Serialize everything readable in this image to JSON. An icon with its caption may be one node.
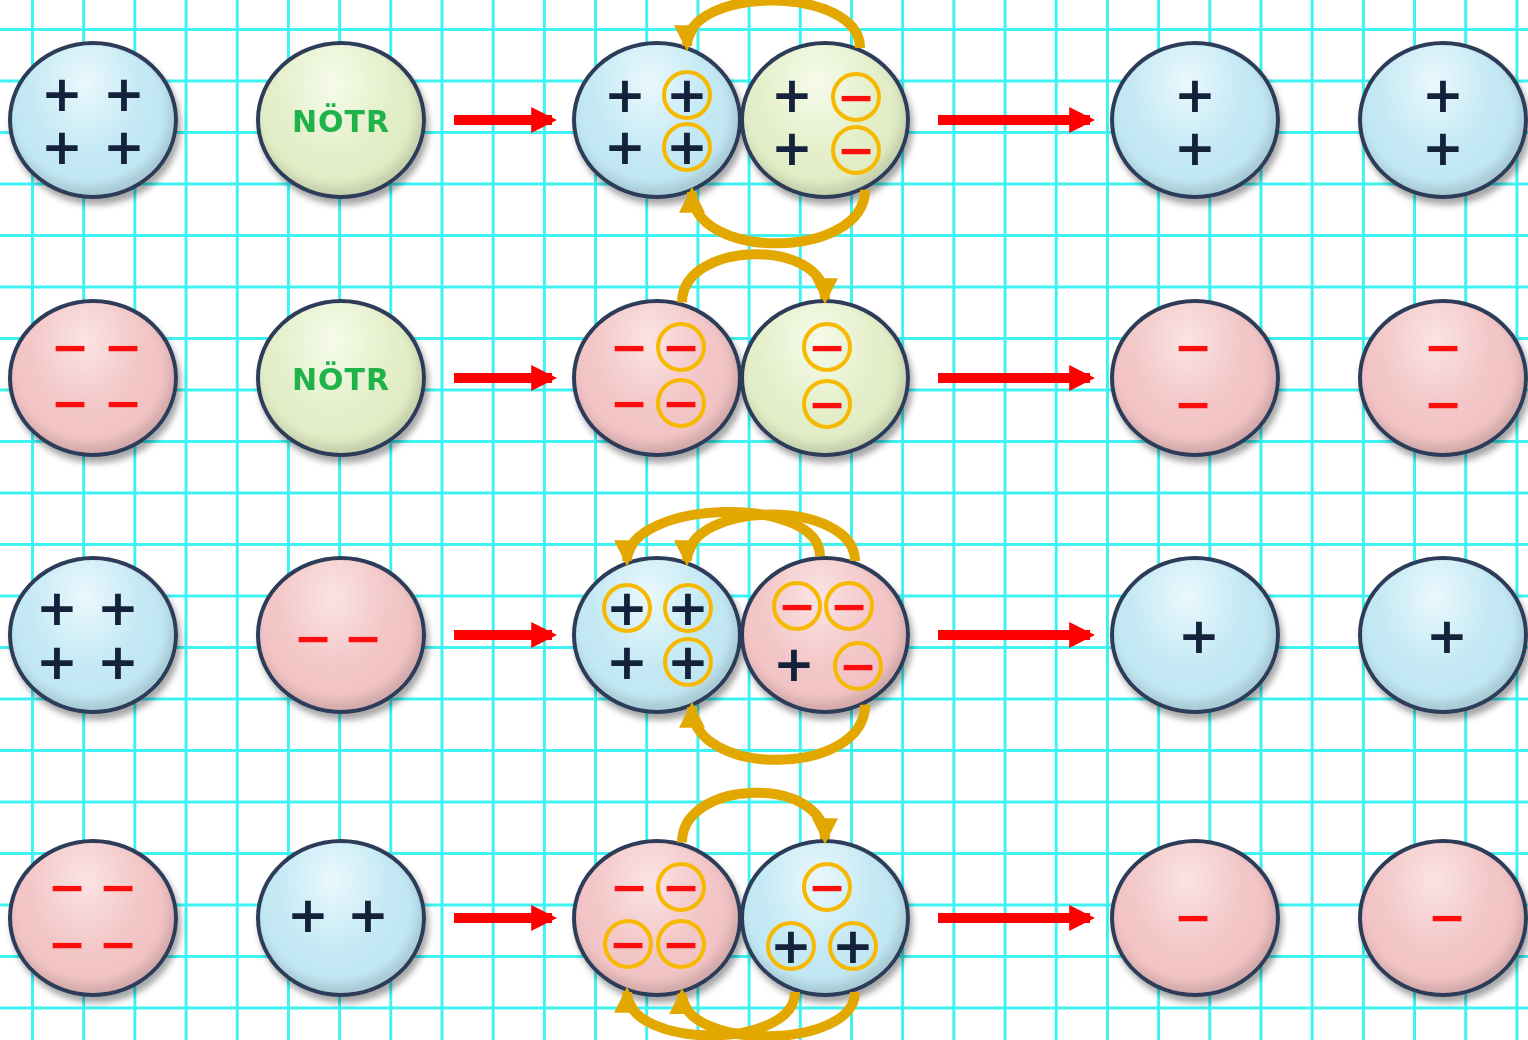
{
  "diagram": {
    "nodes": [
      {
        "text": [
          "+",
          "+",
          "+",
          "+"
        ]
      },
      {
        "text": [
          "NÖTR"
        ]
      },
      {
        "text": [
          "+",
          "+",
          "+",
          "+"
        ]
      },
      {
        "text": [
          "+",
          "−",
          "+",
          "−"
        ]
      },
      {
        "text": [
          "+",
          "+"
        ]
      },
      {
        "text": [
          "+",
          "+"
        ]
      },
      {
        "text": [
          "−",
          "−",
          "−",
          "−"
        ]
      },
      {
        "text": [
          "NÖTR"
        ]
      },
      {
        "text": [
          "−",
          "−",
          "−",
          "−"
        ]
      },
      {
        "text": [
          "−",
          "−"
        ]
      },
      {
        "text": [
          "−",
          "−"
        ]
      },
      {
        "text": [
          "−",
          "−"
        ]
      },
      {
        "text": [
          "+",
          "+",
          "+",
          "+"
        ]
      },
      {
        "text": [
          "−",
          "−"
        ]
      },
      {
        "text": [
          "+",
          "+",
          "+",
          "+"
        ]
      },
      {
        "text": [
          "−",
          "−",
          "+",
          "−"
        ]
      },
      {
        "text": [
          "+"
        ]
      },
      {
        "text": [
          "+"
        ]
      },
      {
        "text": [
          "−",
          "−",
          "−",
          "−"
        ]
      },
      {
        "text": [
          "+",
          "+"
        ]
      },
      {
        "text": [
          "−",
          "−",
          "−",
          "−"
        ]
      },
      {
        "text": [
          "−",
          "+",
          "+"
        ]
      },
      {
        "text": [
          "−"
        ]
      },
      {
        "text": [
          "−"
        ]
      }
    ],
    "edges": [
      {
        "from": 1,
        "to": 2,
        "arrow": "to",
        "color": "#ff0000"
      },
      {
        "from": 3,
        "to": 2,
        "arrow": "to"
      },
      {
        "from": 3,
        "to": 2,
        "arrow": "to"
      },
      {
        "from": 3,
        "to": 4,
        "arrow": "to",
        "color": "#ff0000"
      },
      {
        "from": 7,
        "to": 8,
        "arrow": "to",
        "color": "#ff0000"
      },
      {
        "from": 8,
        "to": 9,
        "arrow": "to"
      },
      {
        "from": 9,
        "to": 10,
        "arrow": "to",
        "color": "#ff0000"
      },
      {
        "from": 13,
        "to": 14,
        "arrow": "to",
        "color": "#ff0000"
      },
      {
        "from": 15,
        "to": 14,
        "arrow": "to"
      },
      {
        "from": 15,
        "to": 14,
        "arrow": "to"
      },
      {
        "from": 15,
        "to": 14,
        "arrow": "to"
      },
      {
        "from": 15,
        "to": 16,
        "arrow": "to",
        "color": "#ff0000"
      },
      {
        "from": 19,
        "to": 20,
        "arrow": "to",
        "color": "#ff0000"
      },
      {
        "from": 20,
        "to": 21,
        "arrow": "to"
      },
      {
        "from": 21,
        "to": 20,
        "arrow": "to"
      },
      {
        "from": 21,
        "to": 20,
        "arrow": "to"
      },
      {
        "from": 21,
        "to": 22,
        "arrow": "to",
        "color": "#ff0000"
      }
    ]
  }
}
